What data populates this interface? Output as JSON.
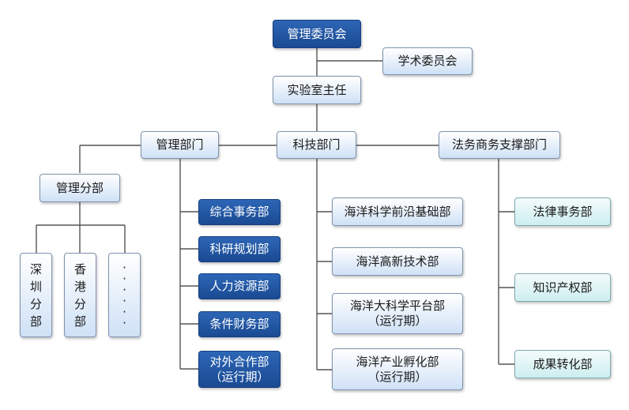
{
  "nodes": {
    "committee": "管理委员会",
    "academic": "学术委员会",
    "director": "实验室主任",
    "admin_dept": "管理部门",
    "tech_dept": "科技部门",
    "legal_dept": "法务商务支撑部门",
    "branch": "管理分部",
    "shenzhen": [
      "深",
      "圳",
      "分",
      "部"
    ],
    "hongkong": [
      "香",
      "港",
      "分",
      "部"
    ],
    "more": [
      "·",
      "·",
      "·",
      "·",
      "·",
      "·"
    ],
    "admin_items": [
      "综合事务部",
      "科研规划部",
      "人力资源部",
      "条件财务部",
      "对外合作部\n（运行期）"
    ],
    "tech_items": [
      "海洋科学前沿基础部",
      "海洋高新技术部",
      "海洋大科学平台部\n（运行期）",
      "海洋产业孵化部\n（运行期）"
    ],
    "legal_items": [
      "法律事务部",
      "知识产权部",
      "成果转化部"
    ]
  },
  "colors": {
    "dark": "#1f4f9a",
    "light": "#cfe1f6",
    "teal": "#cdeef0",
    "line": "#555555"
  }
}
